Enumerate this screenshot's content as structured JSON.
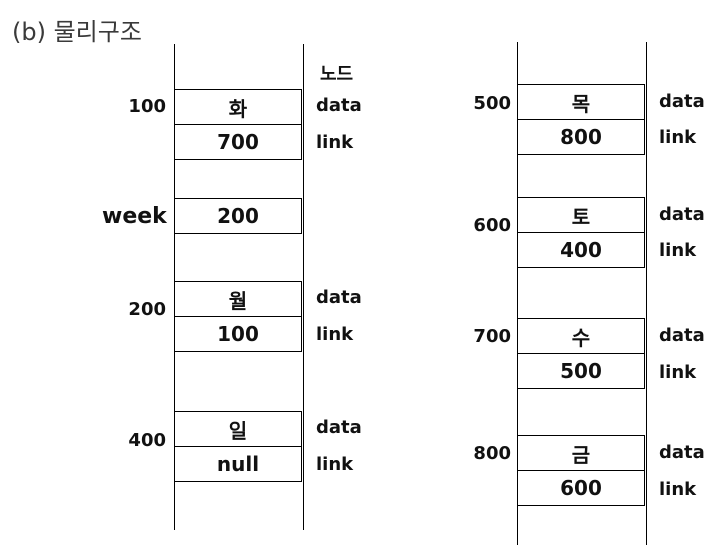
{
  "title": "(b) 물리구조",
  "node_label": "노드",
  "field_labels": {
    "data": "data",
    "link": "link"
  },
  "pointer": {
    "name": "week",
    "value": "200"
  },
  "left_nodes": [
    {
      "address": "100",
      "data": "화",
      "link": "700"
    },
    {
      "address": "200",
      "data": "월",
      "link": "100"
    },
    {
      "address": "400",
      "data": "일",
      "link": "null"
    }
  ],
  "right_nodes": [
    {
      "address": "500",
      "data": "목",
      "link": "800"
    },
    {
      "address": "600",
      "data": "토",
      "link": "400"
    },
    {
      "address": "700",
      "data": "수",
      "link": "500"
    },
    {
      "address": "800",
      "data": "금",
      "link": "600"
    }
  ]
}
